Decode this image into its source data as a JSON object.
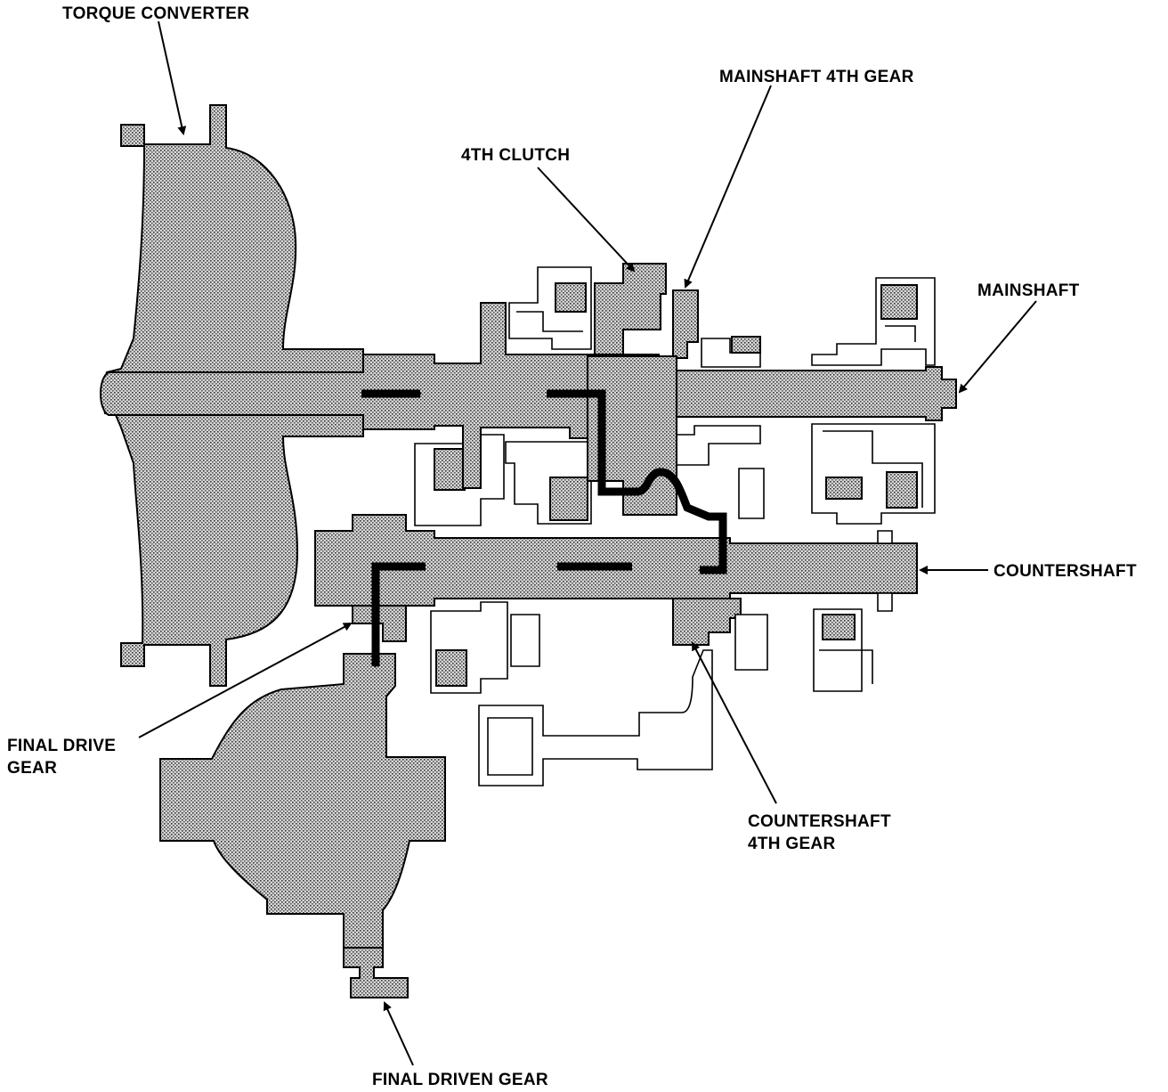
{
  "labels": {
    "torque_converter": "TORQUE CONVERTER",
    "mainshaft_4th_gear": "MAINSHAFT 4TH GEAR",
    "fourth_clutch": "4TH CLUTCH",
    "mainshaft": "MAINSHAFT",
    "countershaft": "COUNTERSHAFT",
    "final_drive_gear_line1": "FINAL DRIVE",
    "final_drive_gear_line2": "GEAR",
    "countershaft_4th_gear_line1": "COUNTERSHAFT",
    "countershaft_4th_gear_line2": "4TH GEAR",
    "final_driven_gear": "FINAL DRIVEN GEAR"
  },
  "colors": {
    "ink": "#000000",
    "paper": "#ffffff",
    "stipple": "#8a8a8a"
  }
}
